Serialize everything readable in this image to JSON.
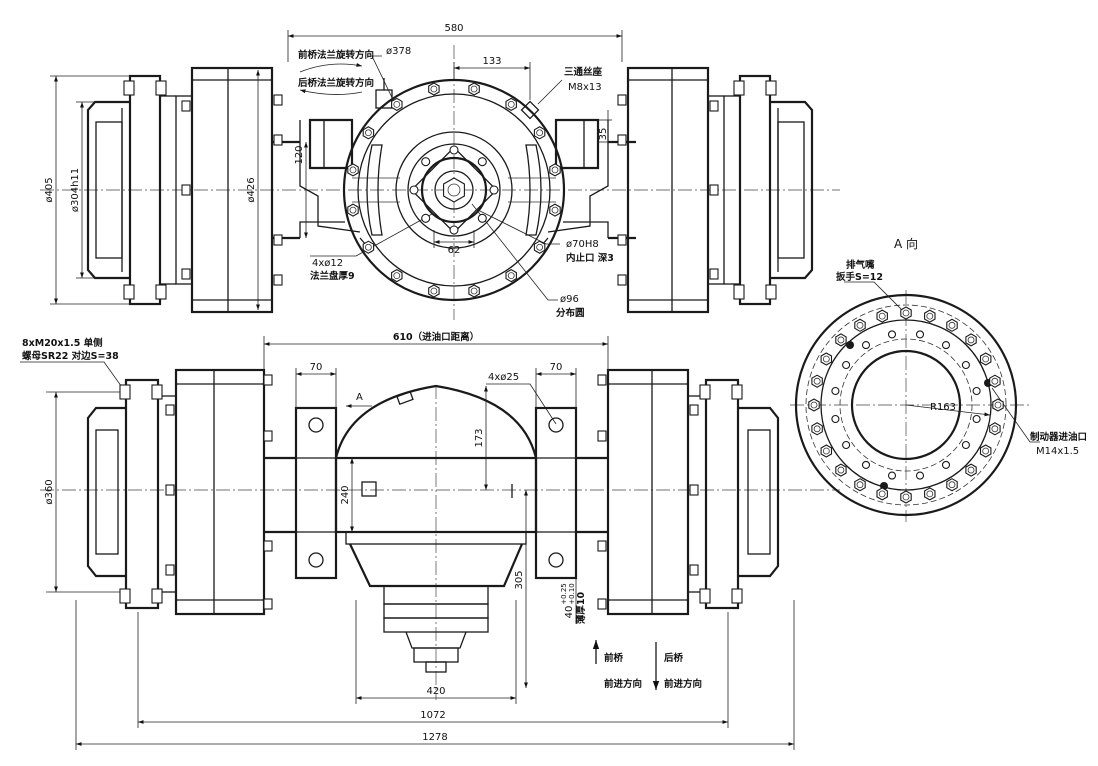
{
  "colors": {
    "line": "#1a1a1a",
    "background": "#ffffff"
  },
  "top_view": {
    "dim_580": "580",
    "dim_378": "ø378",
    "dim_133": "133",
    "dim_35": "35",
    "dim_120": "120",
    "dim_405": "ø405",
    "dim_304": "ø304h11",
    "dim_426": "ø426",
    "dim_62": "62",
    "note_front_rotation": "前桥法兰旋转方向",
    "note_rear_rotation": "后桥法兰旋转方向",
    "note_tee_1": "三通丝座",
    "note_tee_2": "M8x13",
    "note_holes_1": "4xø12",
    "note_holes_2": "法兰盘厚9",
    "note_spigot_1": "ø70H8",
    "note_spigot_2": "内止口 深3",
    "note_pcd_1": "ø96",
    "note_pcd_2": "分布圆"
  },
  "front_view": {
    "stud_note_1": "8xM20x1.5 单侧",
    "stud_note_2": "螺母SR22 对边S=38",
    "dim_610": "610（进油口距离）",
    "dim_70_left": "70",
    "dim_70_right": "70",
    "holes_25": "4xø25",
    "view_arrow": "A",
    "dim_173": "173",
    "dim_240": "240",
    "dim_360": "ø360",
    "dim_305": "305",
    "dim_40_main": "40",
    "dim_40_tol_up": "+0.25",
    "dim_40_tol_down": "+0.10",
    "dim_40_note": "薄厚10",
    "dim_420": "420",
    "dim_1072": "1072",
    "dim_1278": "1278"
  },
  "view_a": {
    "title": "A 向",
    "vent_1": "排气嘴",
    "vent_2": "扳手S=12",
    "radius": "R163",
    "brake_1": "制动器进油口",
    "brake_2": "M14x1.5"
  },
  "legend": {
    "front_axle": "前桥",
    "rear_axle": "后桥",
    "forward_left": "前进方向",
    "forward_right": "前进方向"
  }
}
